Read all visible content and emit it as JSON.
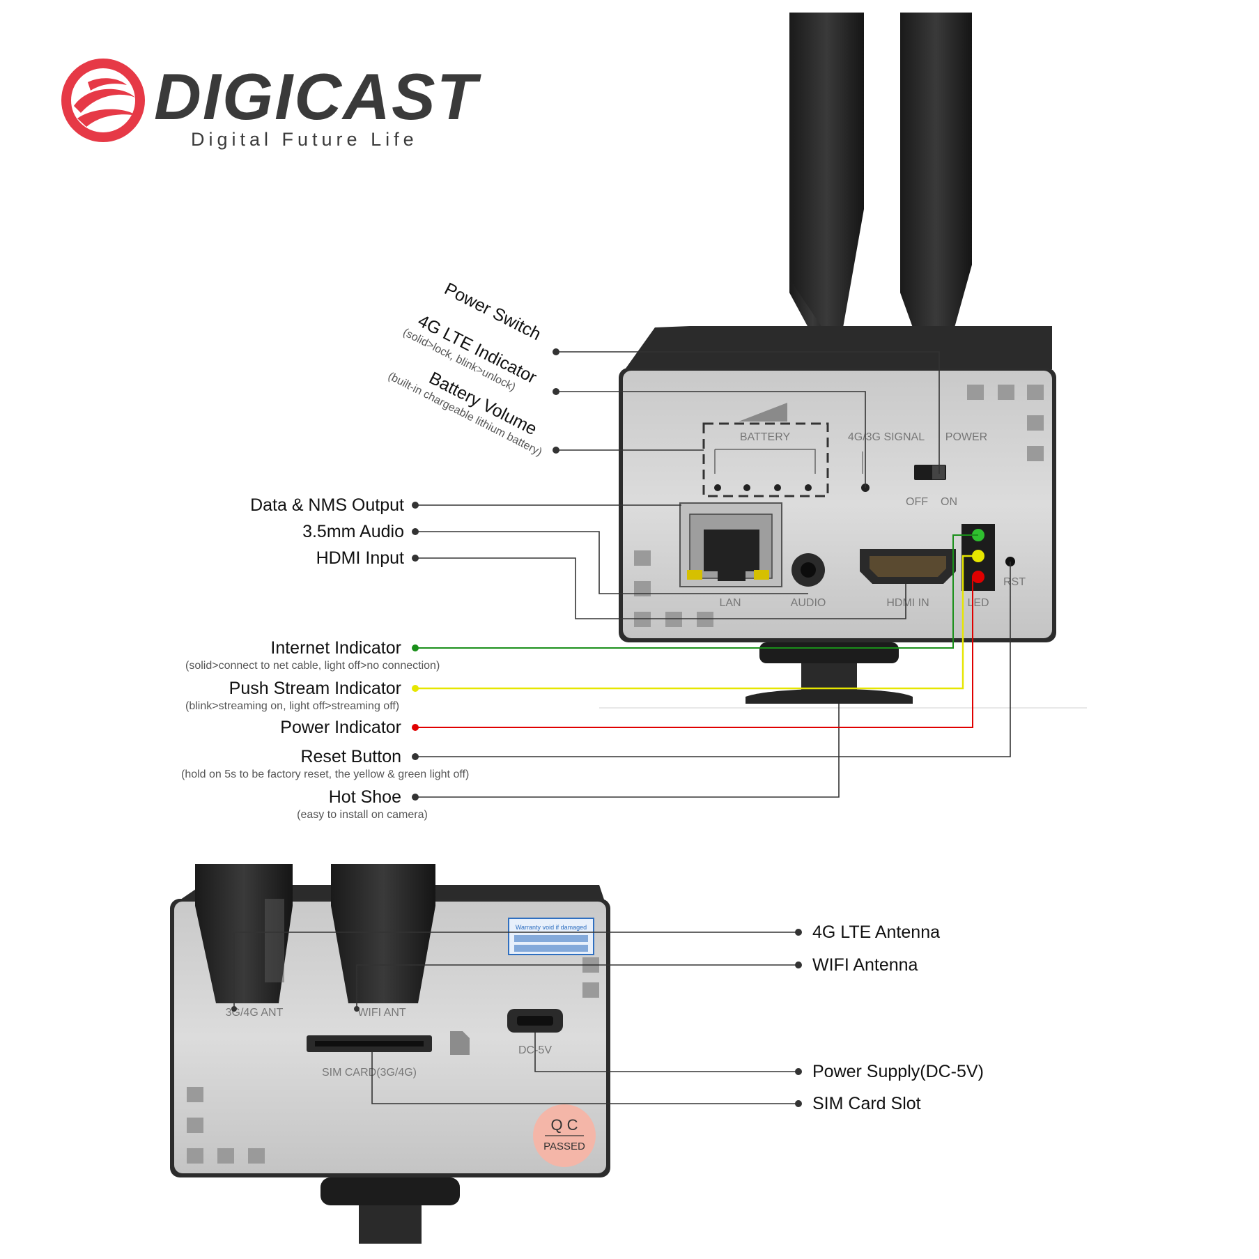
{
  "brand": {
    "name": "DIGICAST",
    "tagline": "Digital Future Life",
    "logo_icon": "digicast-swirl-logo",
    "colors": {
      "logo_red": "#e63946",
      "text_dark": "#3a3a3a"
    }
  },
  "front_panel": {
    "printed_labels": {
      "battery": "BATTERY",
      "signal": "4G/3G SIGNAL",
      "power": "POWER",
      "off": "OFF",
      "on": "ON",
      "lan": "LAN",
      "audio": "AUDIO",
      "hdmi_in": "HDMI IN",
      "led": "LED",
      "rst": "RST"
    },
    "callouts": {
      "power_switch": "Power Switch",
      "lte_indicator": "4G LTE Indicator",
      "lte_indicator_note": "(solid>lock, blink>unlock)",
      "battery_volume": "Battery Volume",
      "battery_volume_note": "(built-in chargeable lithium battery)",
      "data_nms_output": "Data & NMS Output",
      "audio_35mm": "3.5mm Audio",
      "hdmi_input": "HDMI Input",
      "internet_indicator": "Internet Indicator",
      "internet_indicator_note": "(solid>connect to net cable, light off>no connection)",
      "push_stream_indicator": "Push Stream Indicator",
      "push_stream_indicator_note": "(blink>streaming on, light off>streaming off)",
      "power_indicator": "Power Indicator",
      "reset_button": "Reset Button",
      "reset_button_note": "(hold on 5s to be factory reset, the yellow & green light off)",
      "hot_shoe": "Hot Shoe",
      "hot_shoe_note": "(easy to install on camera)"
    },
    "indicator_colors": {
      "green": "#1a8f1a",
      "yellow": "#e6e600",
      "red": "#e00000"
    }
  },
  "back_panel": {
    "printed_labels": {
      "ant_4g": "3G/4G ANT",
      "ant_wifi": "WIFI ANT",
      "sim_card": "SIM CARD(3G/4G)",
      "dc_5v": "DC-5V",
      "warranty": "Warranty void if damaged",
      "qc": "Q C",
      "passed": "PASSED"
    },
    "callouts": {
      "lte_antenna": "4G LTE Antenna",
      "wifi_antenna": "WIFI Antenna",
      "power_supply": "Power Supply(DC-5V)",
      "sim_card_slot": "SIM Card Slot"
    }
  }
}
